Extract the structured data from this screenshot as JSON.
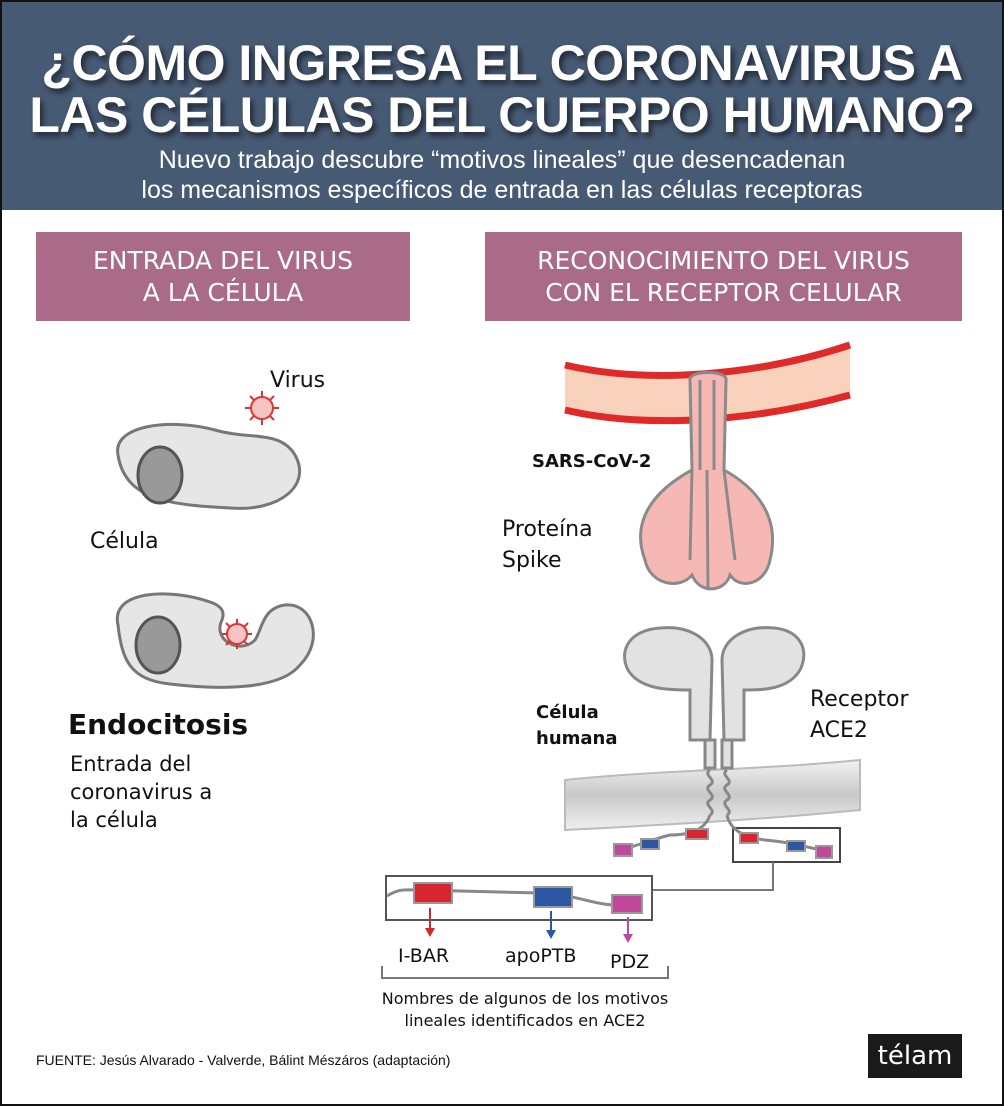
{
  "header": {
    "title_line1": "¿CÓMO INGRESA EL CORONAVIRUS A",
    "title_line2": "LAS CÉLULAS DEL CUERPO HUMANO?",
    "subtitle_line1": "Nuevo trabajo descubre “motivos lineales” que desencadenan",
    "subtitle_line2": "los mecanismos específicos de entrada en las células receptoras"
  },
  "left_panel": {
    "heading_line1": "ENTRADA DEL VIRUS",
    "heading_line2": "A LA CÉLULA",
    "virus_label": "Virus",
    "cell_label": "Célula",
    "endocytosis_title": "Endocitosis",
    "endocytosis_desc": [
      "Entrada del",
      "coronavirus a",
      "la célula"
    ]
  },
  "right_panel": {
    "heading_line1": "RECONOCIMIENTO DEL VIRUS",
    "heading_line2": "CON EL RECEPTOR CELULAR",
    "virus_name": "SARS-CoV-2",
    "spike_label": [
      "Proteína",
      "Spike"
    ],
    "human_cell_label": [
      "Célula",
      "humana"
    ],
    "receptor_label": [
      "Receptor",
      "ACE2"
    ],
    "motifs": [
      {
        "name": "I-BAR",
        "color": "#d8262e"
      },
      {
        "name": "apoPTB",
        "color": "#2d56a3"
      },
      {
        "name": "PDZ",
        "color": "#c0479a"
      }
    ],
    "motifs_caption_line1": "Nombres de algunos de los motivos",
    "motifs_caption_line2": "lineales identificados en ACE2"
  },
  "footer": {
    "source": "FUENTE: Jesús Alvarado - Valverde, Bálint Mészáros (adaptación)",
    "logo": "télam"
  }
}
